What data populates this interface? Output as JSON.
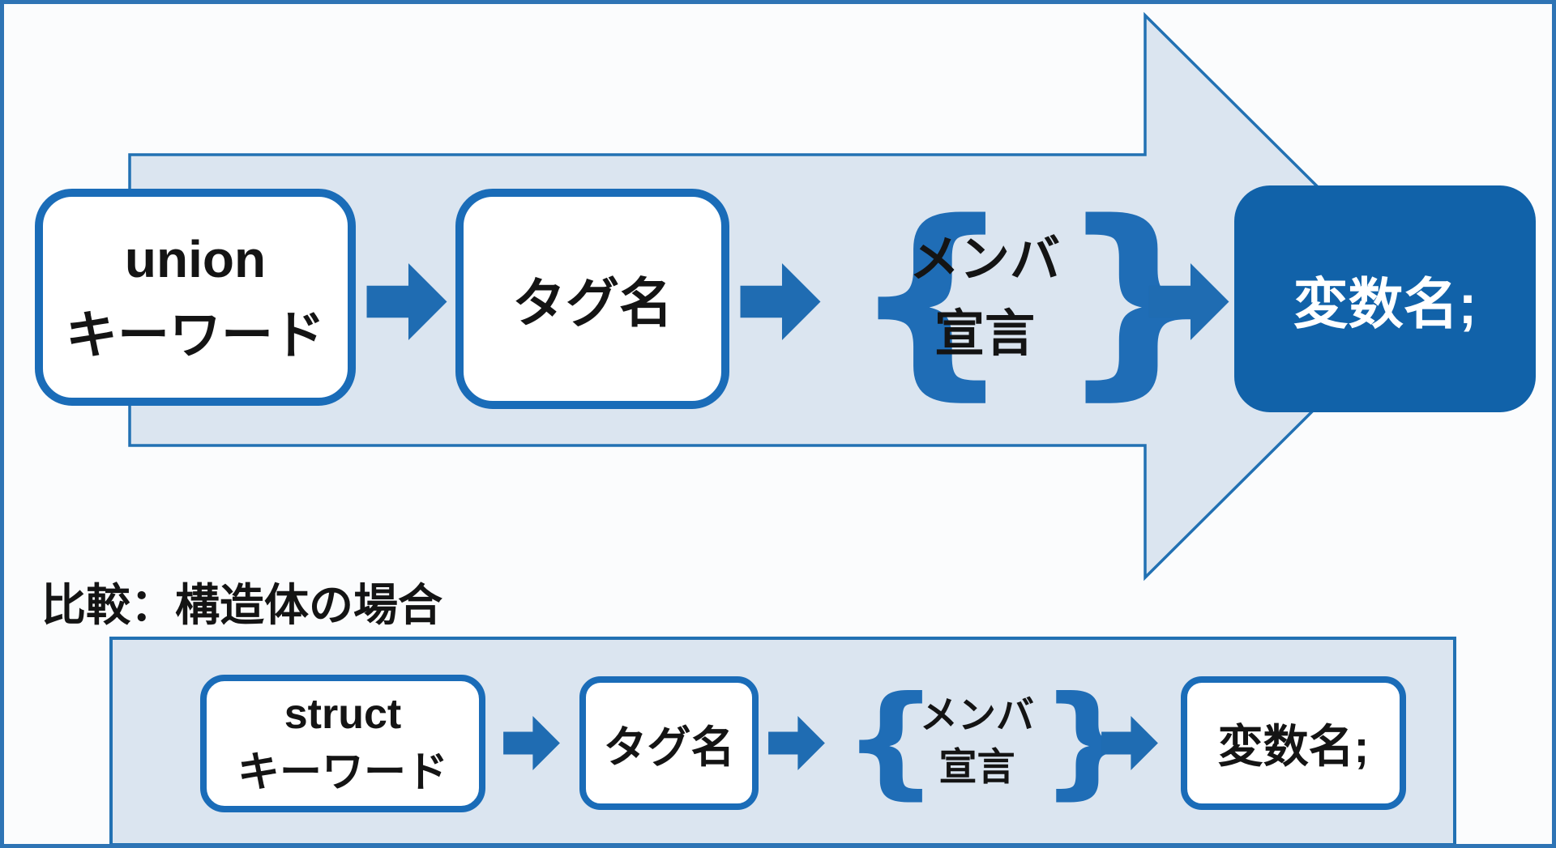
{
  "colors": {
    "accent_blue": "#1a6cb8",
    "arrow_blue": "#1f6cb2",
    "light_blue_fill": "#dbe5f0",
    "solid_box_blue": "#1162a9",
    "canvas_border_blue": "#2e74b5",
    "text_black": "#141414",
    "box_white": "#ffffff"
  },
  "top_flow": {
    "keyword_box": {
      "line1": "union",
      "line2": "キーワード"
    },
    "tag_box": "タグ名",
    "brace_open": "{",
    "brace_close": "}",
    "member": {
      "line1": "メンバ",
      "line2": "宣言"
    },
    "variable_box": "変数名;"
  },
  "comparison": {
    "label": "比較：構造体の場合",
    "keyword_box": {
      "line1": "struct",
      "line2": "キーワード"
    },
    "tag_box": "タグ名",
    "brace_open": "{",
    "brace_close": "}",
    "member": {
      "line1": "メンバ",
      "line2": "宣言"
    },
    "variable_box": "変数名;"
  }
}
